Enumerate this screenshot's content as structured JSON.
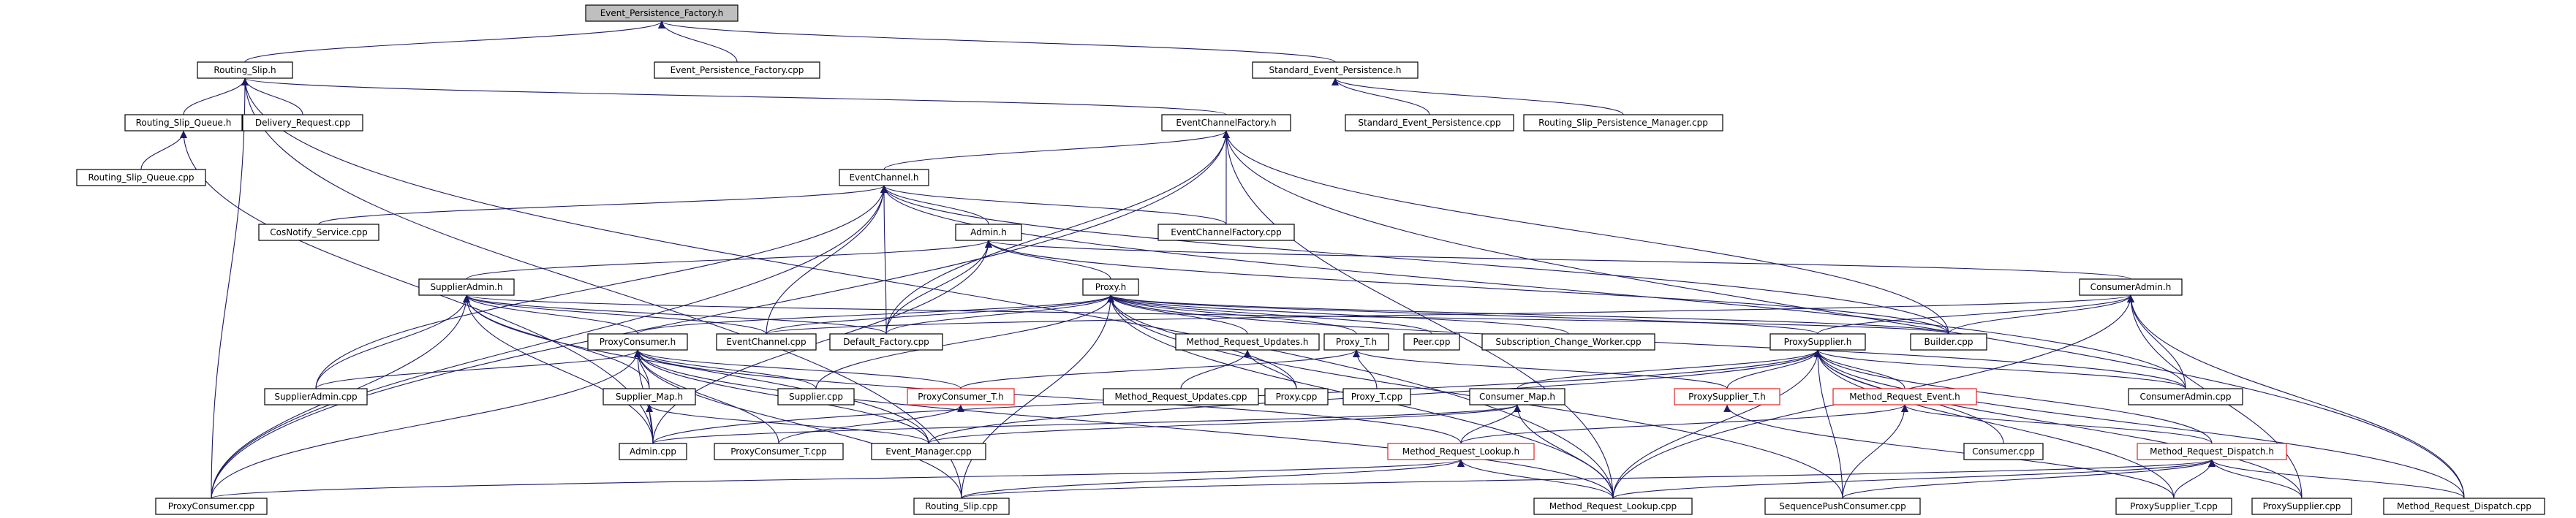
{
  "graph": {
    "title": "",
    "nodes": [
      {
        "id": "event_persistence_factory_h",
        "label": "Event_Persistence_Factory.h",
        "style": "highlight"
      },
      {
        "id": "routing_slip_h",
        "label": "Routing_Slip.h",
        "style": "normal"
      },
      {
        "id": "event_persistence_factory_cpp",
        "label": "Event_Persistence_Factory.cpp",
        "style": "normal"
      },
      {
        "id": "standard_event_persistence_h",
        "label": "Standard_Event_Persistence.h",
        "style": "normal"
      },
      {
        "id": "routing_slip_queue_h",
        "label": "Routing_Slip_Queue.h",
        "style": "normal"
      },
      {
        "id": "delivery_request_cpp",
        "label": "Delivery_Request.cpp",
        "style": "normal"
      },
      {
        "id": "eventchannelfactory_h",
        "label": "EventChannelFactory.h",
        "style": "normal"
      },
      {
        "id": "standard_event_persistence_cpp",
        "label": "Standard_Event_Persistence.cpp",
        "style": "normal"
      },
      {
        "id": "routing_slip_persistence_manager_cpp",
        "label": "Routing_Slip_Persistence_Manager.cpp",
        "style": "normal"
      },
      {
        "id": "routing_slip_queue_cpp",
        "label": "Routing_Slip_Queue.cpp",
        "style": "normal"
      },
      {
        "id": "eventchannel_h",
        "label": "EventChannel.h",
        "style": "normal"
      },
      {
        "id": "cosnotify_service_cpp",
        "label": "CosNotify_Service.cpp",
        "style": "normal"
      },
      {
        "id": "eventchannelfactory_cpp",
        "label": "EventChannelFactory.cpp",
        "style": "normal"
      },
      {
        "id": "admin_h",
        "label": "Admin.h",
        "style": "normal"
      },
      {
        "id": "supplieradmin_h",
        "label": "SupplierAdmin.h",
        "style": "normal"
      },
      {
        "id": "proxy_h",
        "label": "Proxy.h",
        "style": "normal"
      },
      {
        "id": "consumeradmin_h",
        "label": "ConsumerAdmin.h",
        "style": "normal"
      },
      {
        "id": "eventchannel_cpp",
        "label": "EventChannel.cpp",
        "style": "normal"
      },
      {
        "id": "default_factory_cpp",
        "label": "Default_Factory.cpp",
        "style": "normal"
      },
      {
        "id": "peer_cpp",
        "label": "Peer.cpp",
        "style": "normal"
      },
      {
        "id": "subscription_change_worker_cpp",
        "label": "Subscription_Change_Worker.cpp",
        "style": "normal"
      },
      {
        "id": "builder_cpp",
        "label": "Builder.cpp",
        "style": "normal"
      },
      {
        "id": "proxyconsumer_h",
        "label": "ProxyConsumer.h",
        "style": "normal"
      },
      {
        "id": "method_request_updates_h",
        "label": "Method_Request_Updates.h",
        "style": "normal"
      },
      {
        "id": "proxy_t_h",
        "label": "Proxy_T.h",
        "style": "normal"
      },
      {
        "id": "proxysupplier_h",
        "label": "ProxySupplier.h",
        "style": "normal"
      },
      {
        "id": "supplieradmin_cpp",
        "label": "SupplierAdmin.cpp",
        "style": "normal"
      },
      {
        "id": "supplier_cpp",
        "label": "Supplier.cpp",
        "style": "normal"
      },
      {
        "id": "proxyconsumer_t_h",
        "label": "ProxyConsumer_T.h",
        "style": "incomplete"
      },
      {
        "id": "method_request_updates_cpp",
        "label": "Method_Request_Updates.cpp",
        "style": "normal"
      },
      {
        "id": "proxy_cpp",
        "label": "Proxy.cpp",
        "style": "normal"
      },
      {
        "id": "proxy_t_cpp",
        "label": "Proxy_T.cpp",
        "style": "normal"
      },
      {
        "id": "supplier_map_h",
        "label": "Supplier_Map.h",
        "style": "normal"
      },
      {
        "id": "consumer_map_h",
        "label": "Consumer_Map.h",
        "style": "normal"
      },
      {
        "id": "proxysupplier_t_h",
        "label": "ProxySupplier_T.h",
        "style": "incomplete"
      },
      {
        "id": "method_request_event_h",
        "label": "Method_Request_Event.h",
        "style": "incomplete"
      },
      {
        "id": "consumeradmin_cpp",
        "label": "ConsumerAdmin.cpp",
        "style": "normal"
      },
      {
        "id": "admin_cpp",
        "label": "Admin.cpp",
        "style": "normal"
      },
      {
        "id": "proxyconsumer_t_cpp",
        "label": "ProxyConsumer_T.cpp",
        "style": "normal"
      },
      {
        "id": "event_manager_cpp",
        "label": "Event_Manager.cpp",
        "style": "normal"
      },
      {
        "id": "method_request_lookup_h",
        "label": "Method_Request_Lookup.h",
        "style": "incomplete"
      },
      {
        "id": "consumer_cpp",
        "label": "Consumer.cpp",
        "style": "normal"
      },
      {
        "id": "method_request_dispatch_h",
        "label": "Method_Request_Dispatch.h",
        "style": "incomplete"
      },
      {
        "id": "proxyconsumer_cpp",
        "label": "ProxyConsumer.cpp",
        "style": "normal"
      },
      {
        "id": "routing_slip_cpp",
        "label": "Routing_Slip.cpp",
        "style": "normal"
      },
      {
        "id": "method_request_lookup_cpp",
        "label": "Method_Request_Lookup.cpp",
        "style": "normal"
      },
      {
        "id": "sequencepushconsumer_cpp",
        "label": "SequencePushConsumer.cpp",
        "style": "normal"
      },
      {
        "id": "proxysupplier_t_cpp",
        "label": "ProxySupplier_T.cpp",
        "style": "normal"
      },
      {
        "id": "proxysupplier_cpp",
        "label": "ProxySupplier.cpp",
        "style": "normal"
      },
      {
        "id": "method_request_dispatch_cpp",
        "label": "Method_Request_Dispatch.cpp",
        "style": "normal"
      }
    ],
    "edges": [
      [
        "event_persistence_factory_h",
        "routing_slip_h"
      ],
      [
        "event_persistence_factory_h",
        "event_persistence_factory_cpp"
      ],
      [
        "event_persistence_factory_h",
        "standard_event_persistence_h"
      ],
      [
        "routing_slip_h",
        "routing_slip_queue_h"
      ],
      [
        "routing_slip_h",
        "delivery_request_cpp"
      ],
      [
        "routing_slip_h",
        "eventchannelfactory_h"
      ],
      [
        "routing_slip_h",
        "proxyconsumer_cpp"
      ],
      [
        "routing_slip_h",
        "routing_slip_cpp"
      ],
      [
        "routing_slip_h",
        "method_request_lookup_cpp"
      ],
      [
        "standard_event_persistence_h",
        "standard_event_persistence_cpp"
      ],
      [
        "standard_event_persistence_h",
        "routing_slip_persistence_manager_cpp"
      ],
      [
        "routing_slip_queue_h",
        "routing_slip_queue_cpp"
      ],
      [
        "routing_slip_queue_h",
        "admin_cpp"
      ],
      [
        "eventchannelfactory_h",
        "eventchannel_h"
      ],
      [
        "eventchannelfactory_h",
        "eventchannelfactory_cpp"
      ],
      [
        "eventchannelfactory_h",
        "default_factory_cpp"
      ],
      [
        "eventchannelfactory_h",
        "builder_cpp"
      ],
      [
        "eventchannelfactory_h",
        "method_request_dispatch_cpp"
      ],
      [
        "eventchannelfactory_h",
        "method_request_lookup_cpp"
      ],
      [
        "eventchannelfactory_h",
        "proxyconsumer_cpp"
      ],
      [
        "eventchannel_h",
        "cosnotify_service_cpp"
      ],
      [
        "eventchannel_h",
        "eventchannelfactory_cpp"
      ],
      [
        "eventchannel_h",
        "admin_h"
      ],
      [
        "eventchannel_h",
        "eventchannel_cpp"
      ],
      [
        "eventchannel_h",
        "default_factory_cpp"
      ],
      [
        "eventchannel_h",
        "supplieradmin_cpp"
      ],
      [
        "eventchannel_h",
        "consumeradmin_cpp"
      ],
      [
        "eventchannel_h",
        "builder_cpp"
      ],
      [
        "eventchannel_h",
        "proxyconsumer_cpp"
      ],
      [
        "admin_h",
        "supplieradmin_h"
      ],
      [
        "admin_h",
        "proxy_h"
      ],
      [
        "admin_h",
        "consumeradmin_h"
      ],
      [
        "admin_h",
        "default_factory_cpp"
      ],
      [
        "admin_h",
        "admin_cpp"
      ],
      [
        "admin_h",
        "builder_cpp"
      ],
      [
        "supplieradmin_h",
        "eventchannel_cpp"
      ],
      [
        "supplieradmin_h",
        "default_factory_cpp"
      ],
      [
        "supplieradmin_h",
        "proxyconsumer_h"
      ],
      [
        "supplieradmin_h",
        "supplieradmin_cpp"
      ],
      [
        "supplieradmin_h",
        "supplier_map_h"
      ],
      [
        "supplieradmin_h",
        "admin_cpp"
      ],
      [
        "supplieradmin_h",
        "event_manager_cpp"
      ],
      [
        "supplieradmin_h",
        "proxyconsumer_cpp"
      ],
      [
        "supplieradmin_h",
        "builder_cpp"
      ],
      [
        "consumeradmin_h",
        "eventchannel_cpp"
      ],
      [
        "consumeradmin_h",
        "builder_cpp"
      ],
      [
        "consumeradmin_h",
        "proxysupplier_h"
      ],
      [
        "consumeradmin_h",
        "consumeradmin_cpp"
      ],
      [
        "consumeradmin_h",
        "method_request_dispatch_cpp"
      ],
      [
        "consumeradmin_h",
        "proxysupplier_cpp"
      ],
      [
        "consumeradmin_h",
        "method_request_lookup_cpp"
      ],
      [
        "proxy_h",
        "eventchannel_cpp"
      ],
      [
        "proxy_h",
        "default_factory_cpp"
      ],
      [
        "proxy_h",
        "peer_cpp"
      ],
      [
        "proxy_h",
        "subscription_change_worker_cpp"
      ],
      [
        "proxy_h",
        "builder_cpp"
      ],
      [
        "proxy_h",
        "proxyconsumer_h"
      ],
      [
        "proxy_h",
        "method_request_updates_h"
      ],
      [
        "proxy_h",
        "proxy_t_h"
      ],
      [
        "proxy_h",
        "proxysupplier_h"
      ],
      [
        "proxy_h",
        "supplier_cpp"
      ],
      [
        "proxy_h",
        "proxy_cpp"
      ],
      [
        "proxy_h",
        "consumeradmin_cpp"
      ],
      [
        "proxy_h",
        "method_request_lookup_cpp"
      ],
      [
        "proxy_h",
        "routing_slip_cpp"
      ],
      [
        "proxy_h",
        "sequencepushconsumer_cpp"
      ],
      [
        "proxyconsumer_h",
        "supplieradmin_cpp"
      ],
      [
        "proxyconsumer_h",
        "supplier_cpp"
      ],
      [
        "proxyconsumer_h",
        "proxyconsumer_t_h"
      ],
      [
        "proxyconsumer_h",
        "supplier_map_h"
      ],
      [
        "proxyconsumer_h",
        "admin_cpp"
      ],
      [
        "proxyconsumer_h",
        "proxyconsumer_t_cpp"
      ],
      [
        "proxyconsumer_h",
        "event_manager_cpp"
      ],
      [
        "proxyconsumer_h",
        "method_request_lookup_h"
      ],
      [
        "proxyconsumer_h",
        "proxyconsumer_cpp"
      ],
      [
        "proxyconsumer_h",
        "routing_slip_cpp"
      ],
      [
        "proxyconsumer_h",
        "method_request_lookup_cpp"
      ],
      [
        "proxyconsumer_t_h",
        "proxyconsumer_t_cpp"
      ],
      [
        "method_request_updates_h",
        "method_request_updates_cpp"
      ],
      [
        "method_request_updates_h",
        "proxy_cpp"
      ],
      [
        "proxy_t_h",
        "proxy_t_cpp"
      ],
      [
        "proxy_t_h",
        "proxyconsumer_t_h"
      ],
      [
        "proxy_t_h",
        "proxysupplier_t_h"
      ],
      [
        "supplier_map_h",
        "admin_cpp"
      ],
      [
        "supplier_map_h",
        "event_manager_cpp"
      ],
      [
        "proxysupplier_h",
        "consumer_map_h"
      ],
      [
        "proxysupplier_h",
        "proxysupplier_t_h"
      ],
      [
        "proxysupplier_h",
        "method_request_event_h"
      ],
      [
        "proxysupplier_h",
        "consumeradmin_cpp"
      ],
      [
        "proxysupplier_h",
        "consumer_cpp"
      ],
      [
        "proxysupplier_h",
        "method_request_dispatch_h"
      ],
      [
        "proxysupplier_h",
        "sequencepushconsumer_cpp"
      ],
      [
        "proxysupplier_h",
        "proxysupplier_t_cpp"
      ],
      [
        "proxysupplier_h",
        "proxysupplier_cpp"
      ],
      [
        "proxysupplier_h",
        "method_request_dispatch_cpp"
      ],
      [
        "proxysupplier_h",
        "method_request_lookup_cpp"
      ],
      [
        "proxysupplier_h",
        "event_manager_cpp"
      ],
      [
        "proxysupplier_h",
        "admin_cpp"
      ],
      [
        "consumer_map_h",
        "admin_cpp"
      ],
      [
        "consumer_map_h",
        "event_manager_cpp"
      ],
      [
        "consumer_map_h",
        "method_request_lookup_h"
      ],
      [
        "consumer_map_h",
        "method_request_lookup_cpp"
      ],
      [
        "proxysupplier_t_h",
        "proxysupplier_t_cpp"
      ],
      [
        "method_request_event_h",
        "method_request_lookup_h"
      ],
      [
        "method_request_event_h",
        "sequencepushconsumer_cpp"
      ],
      [
        "method_request_event_h",
        "method_request_dispatch_h"
      ],
      [
        "method_request_lookup_h",
        "proxyconsumer_cpp"
      ],
      [
        "method_request_lookup_h",
        "routing_slip_cpp"
      ],
      [
        "method_request_lookup_h",
        "method_request_lookup_cpp"
      ],
      [
        "method_request_dispatch_h",
        "proxysupplier_t_cpp"
      ],
      [
        "method_request_dispatch_h",
        "proxysupplier_cpp"
      ],
      [
        "method_request_dispatch_h",
        "method_request_dispatch_cpp"
      ],
      [
        "method_request_dispatch_h",
        "routing_slip_cpp"
      ],
      [
        "method_request_dispatch_h",
        "sequencepushconsumer_cpp"
      ],
      [
        "method_request_dispatch_h",
        "method_request_lookup_cpp"
      ]
    ]
  }
}
